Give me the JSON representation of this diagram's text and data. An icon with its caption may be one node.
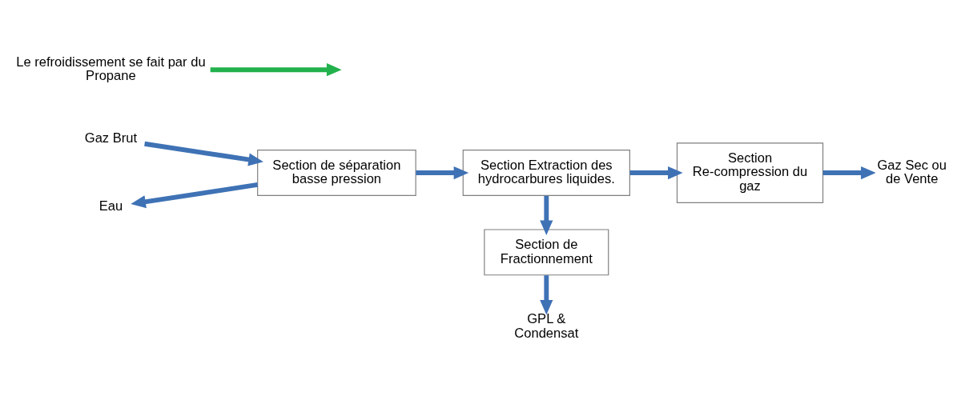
{
  "diagram": {
    "nodes": [
      {
        "text": [
          "Gaz Brut"
        ]
      },
      {
        "text": [
          "Section de séparation basse pression"
        ]
      },
      {
        "text": [
          "Eau"
        ]
      },
      {
        "text": [
          "Le refroidissement se fait par du Propane"
        ]
      },
      {
        "text": [
          "Section Extraction des hydrocarbures liquides."
        ]
      },
      {
        "text": [
          "Section Re-compression du gaz"
        ]
      },
      {
        "text": [
          "Gaz Sec ou de Vente"
        ]
      },
      {
        "text": [
          "Section de Fractionnement"
        ]
      },
      {
        "text": [
          "GPL & Condensat"
        ]
      }
    ],
    "edges": [
      {
        "from": 0,
        "to": 1,
        "arrow": "to"
      },
      {
        "from": 1,
        "to": 2,
        "arrow": "to"
      },
      {
        "from": 1,
        "to": 4,
        "arrow": "to"
      },
      {
        "from": 3,
        "to": null,
        "arrow": "to",
        "color": "#22b14c"
      },
      {
        "from": 4,
        "to": 5,
        "arrow": "to"
      },
      {
        "from": 5,
        "to": 6,
        "arrow": "to"
      },
      {
        "from": 4,
        "to": 7,
        "arrow": "to"
      },
      {
        "from": 7,
        "to": 8,
        "arrow": "to"
      }
    ]
  }
}
